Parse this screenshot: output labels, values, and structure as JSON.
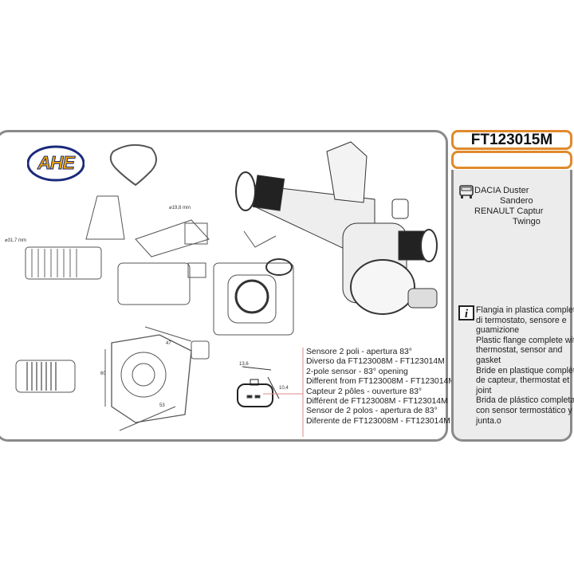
{
  "brand": {
    "logo_text": "AHE",
    "colors": {
      "orange": "#e08a2c",
      "navy": "#1a2a7a",
      "yellow": "#f5a800"
    }
  },
  "product": {
    "code": "FT123015M",
    "subtitle": ""
  },
  "vehicles": {
    "icon": "truck-icon",
    "lines": [
      "DACIA Duster",
      "Sandero",
      "RENAULT Captur",
      "Twingo"
    ]
  },
  "description": {
    "icon": "info-icon",
    "lines": [
      "Flangia in plastica completa",
      "di termostato, sensore e",
      "guamizione",
      "Plastic flange complete with",
      "thermostat, sensor and",
      "gasket",
      "Bride en plastique complète",
      "de capteur, thermostat et",
      "joint",
      "Brida de plástico completa",
      "con sensor termostático y",
      "junta.o"
    ]
  },
  "sensor_notes": [
    "Sensore 2 poli - apertura 83°",
    "Diverso da FT123008M - FT123014M",
    "2-pole sensor - 83° opening",
    "Different from FT123008M - FT123014M",
    "Capteur 2 pôles - ouverture 83°",
    "Différent de FT123008M - FT123014M",
    "Sensor de 2 polos - apertura de 83°",
    "Diferente de FT123008M - FT123014M"
  ],
  "dimensions": {
    "d1": "⌀19,8 mm",
    "d2": "⌀31,7 mm",
    "a": "47",
    "b": "60",
    "c": "53",
    "w": "13,6",
    "h": "10,4"
  }
}
